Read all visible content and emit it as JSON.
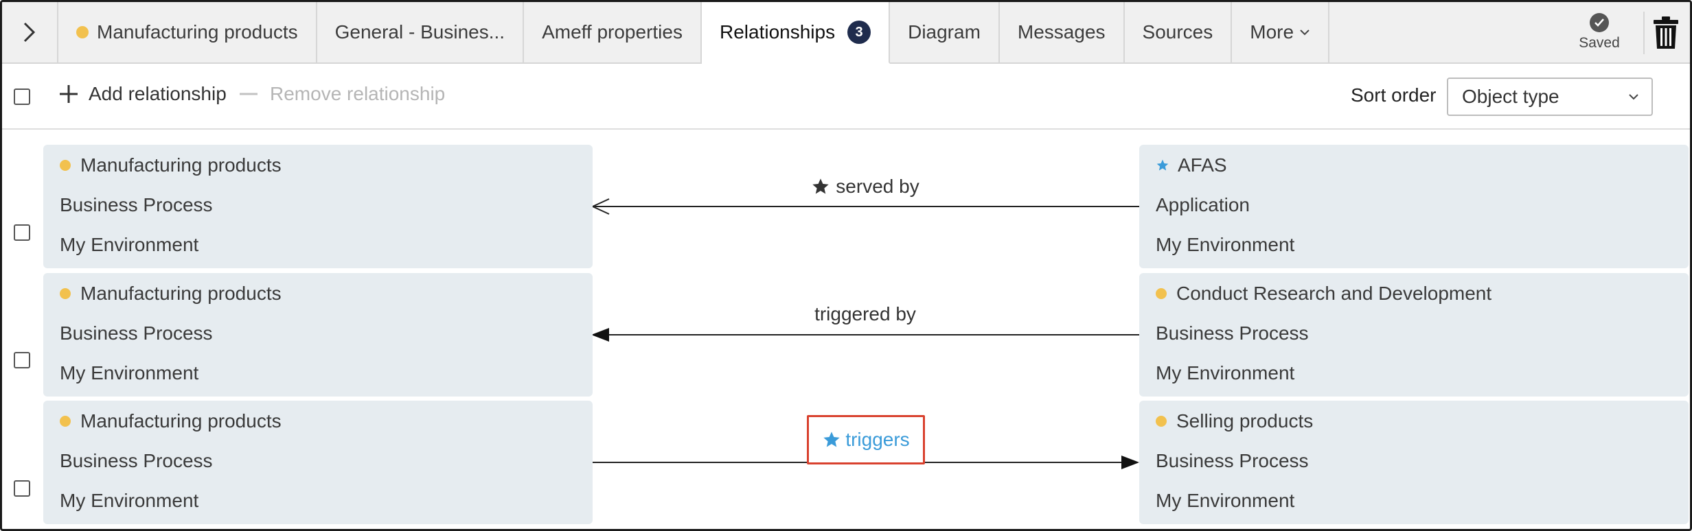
{
  "tabs": [
    {
      "label": "Manufacturing products",
      "dot": true
    },
    {
      "label": "General - Busines..."
    },
    {
      "label": "Ameff properties"
    },
    {
      "label": "Relationships",
      "badge": "3",
      "active": true
    },
    {
      "label": "Diagram"
    },
    {
      "label": "Messages"
    },
    {
      "label": "Sources"
    },
    {
      "label": "More"
    }
  ],
  "status": {
    "saved_label": "Saved"
  },
  "toolbar": {
    "add_label": "Add relationship",
    "remove_label": "Remove relationship",
    "sort_label": "Sort order",
    "sort_value": "Object type"
  },
  "relationships": [
    {
      "source": {
        "name": "Manufacturing products",
        "type": "Business Process",
        "env": "My Environment",
        "icon": "yellow-dot"
      },
      "label": "served by",
      "direction": "left",
      "label_icon": "star-icon",
      "target": {
        "name": "AFAS",
        "type": "Application",
        "env": "My Environment",
        "icon": "blue-star"
      }
    },
    {
      "source": {
        "name": "Manufacturing products",
        "type": "Business Process",
        "env": "My Environment",
        "icon": "yellow-dot"
      },
      "label": "triggered by",
      "direction": "left",
      "target": {
        "name": "Conduct Research and Development",
        "type": "Business Process",
        "env": "My Environment",
        "icon": "yellow-dot"
      }
    },
    {
      "source": {
        "name": "Manufacturing products",
        "type": "Business Process",
        "env": "My Environment",
        "icon": "yellow-dot"
      },
      "label": "triggers",
      "direction": "right",
      "label_icon": "star-icon",
      "target": {
        "name": "Selling products",
        "type": "Business Process",
        "env": "My Environment",
        "icon": "yellow-dot"
      }
    }
  ],
  "colors": {
    "accent": "#3a9bd9",
    "dot": "#f2c14e",
    "badge": "#1f2c4d",
    "highlight": "#d9412e",
    "card": "#e6ecf0"
  }
}
